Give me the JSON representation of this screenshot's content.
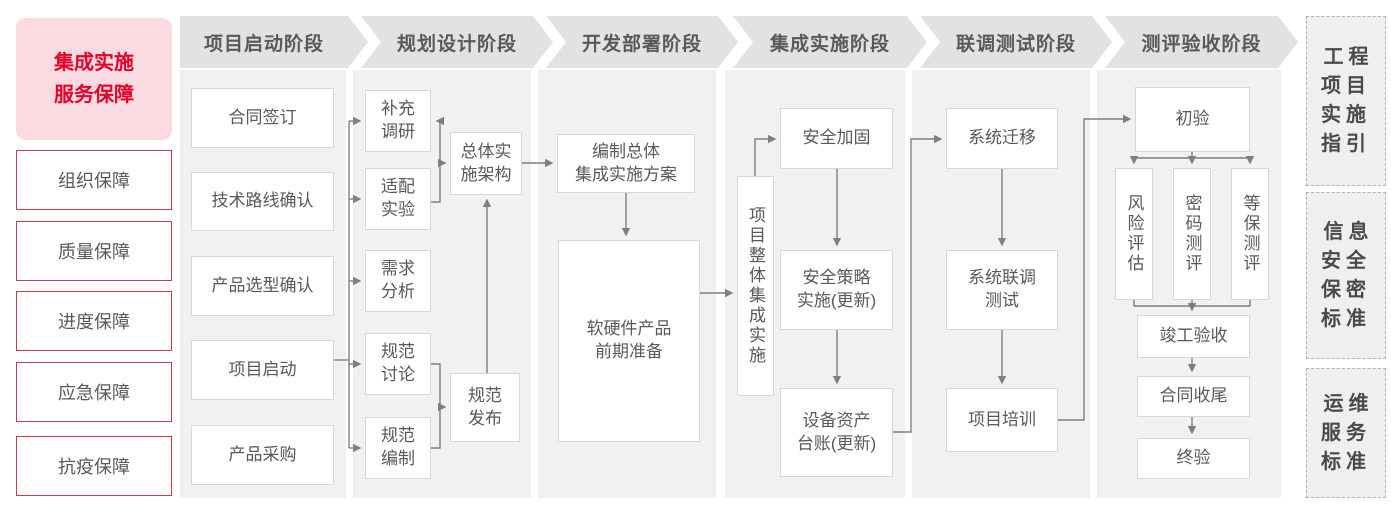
{
  "colors": {
    "panel_bg": "#f1f1f1",
    "header_bg": "#e2e2e2",
    "node_border": "#d7d7d7",
    "node_text": "#595959",
    "connector": "#7f7f7f",
    "accent_red": "#e60028",
    "red_border": "#c43c50",
    "pink_bg": "#fadbe1"
  },
  "left_panel": {
    "title": "集成实施\n服务保障",
    "items": [
      "组织保障",
      "质量保障",
      "进度保障",
      "应急保障",
      "抗疫保障"
    ]
  },
  "phases": [
    {
      "label": "项目启动阶段",
      "nodes": [
        "合同签订",
        "技术路线确认",
        "产品选型确认",
        "项目启动",
        "产品采购"
      ]
    },
    {
      "label": "规划设计阶段",
      "nodes": [
        "补充\n调研",
        "适配\n实验",
        "需求\n分析",
        "规范\n讨论",
        "规范\n编制",
        "总体实\n施架构",
        "规范\n发布"
      ]
    },
    {
      "label": "开发部署阶段",
      "nodes": [
        "编制总体\n集成实施方案",
        "软硬件产品\n前期准备"
      ]
    },
    {
      "label": "集成实施阶段",
      "nodes": [
        "项目整体集成实施",
        "安全加固",
        "安全策略\n实施(更新)",
        "设备资产\n台账(更新)"
      ]
    },
    {
      "label": "联调测试阶段",
      "nodes": [
        "系统迁移",
        "系统联调\n测试",
        "项目培训"
      ]
    },
    {
      "label": "测评验收阶段",
      "nodes": [
        "初验",
        "风险评估",
        "密码测评",
        "等保测评",
        "竣工验收",
        "合同收尾",
        "终验"
      ]
    }
  ],
  "right_panel": {
    "items": [
      "工程\n项目\n实施\n指引",
      "信息\n安全\n保密\n标准",
      "运维\n服务\n标准"
    ]
  },
  "flow_edges": [
    {
      "from": "项目启动",
      "to": "补充调研"
    },
    {
      "from": "项目启动",
      "to": "适配实验"
    },
    {
      "from": "项目启动",
      "to": "需求分析"
    },
    {
      "from": "项目启动",
      "to": "规范讨论"
    },
    {
      "from": "项目启动",
      "to": "规范编制"
    },
    {
      "from": "适配实验",
      "to": "补充调研"
    },
    {
      "from": "补充调研/适配实验",
      "to": "总体实施架构"
    },
    {
      "from": "规范讨论/规范编制",
      "to": "规范发布"
    },
    {
      "from": "规范发布",
      "to": "总体实施架构"
    },
    {
      "from": "总体实施架构",
      "to": "编制总体集成实施方案"
    },
    {
      "from": "编制总体集成实施方案",
      "to": "软硬件产品前期准备"
    },
    {
      "from": "软硬件产品前期准备",
      "to": "项目整体集成实施"
    },
    {
      "from": "项目整体集成实施",
      "to": "安全加固"
    },
    {
      "from": "安全加固",
      "to": "安全策略实施(更新)"
    },
    {
      "from": "安全策略实施(更新)",
      "to": "设备资产台账(更新)"
    },
    {
      "from": "设备资产台账(更新)",
      "to": "系统迁移"
    },
    {
      "from": "系统迁移",
      "to": "系统联调测试"
    },
    {
      "from": "系统联调测试",
      "to": "项目培训"
    },
    {
      "from": "项目培训",
      "to": "初验"
    },
    {
      "from": "初验",
      "to": "风险评估"
    },
    {
      "from": "初验",
      "to": "密码测评"
    },
    {
      "from": "初验",
      "to": "等保测评"
    },
    {
      "from": "风险评估/密码测评/等保测评",
      "to": "竣工验收"
    },
    {
      "from": "竣工验收",
      "to": "合同收尾"
    },
    {
      "from": "合同收尾",
      "to": "终验"
    }
  ]
}
